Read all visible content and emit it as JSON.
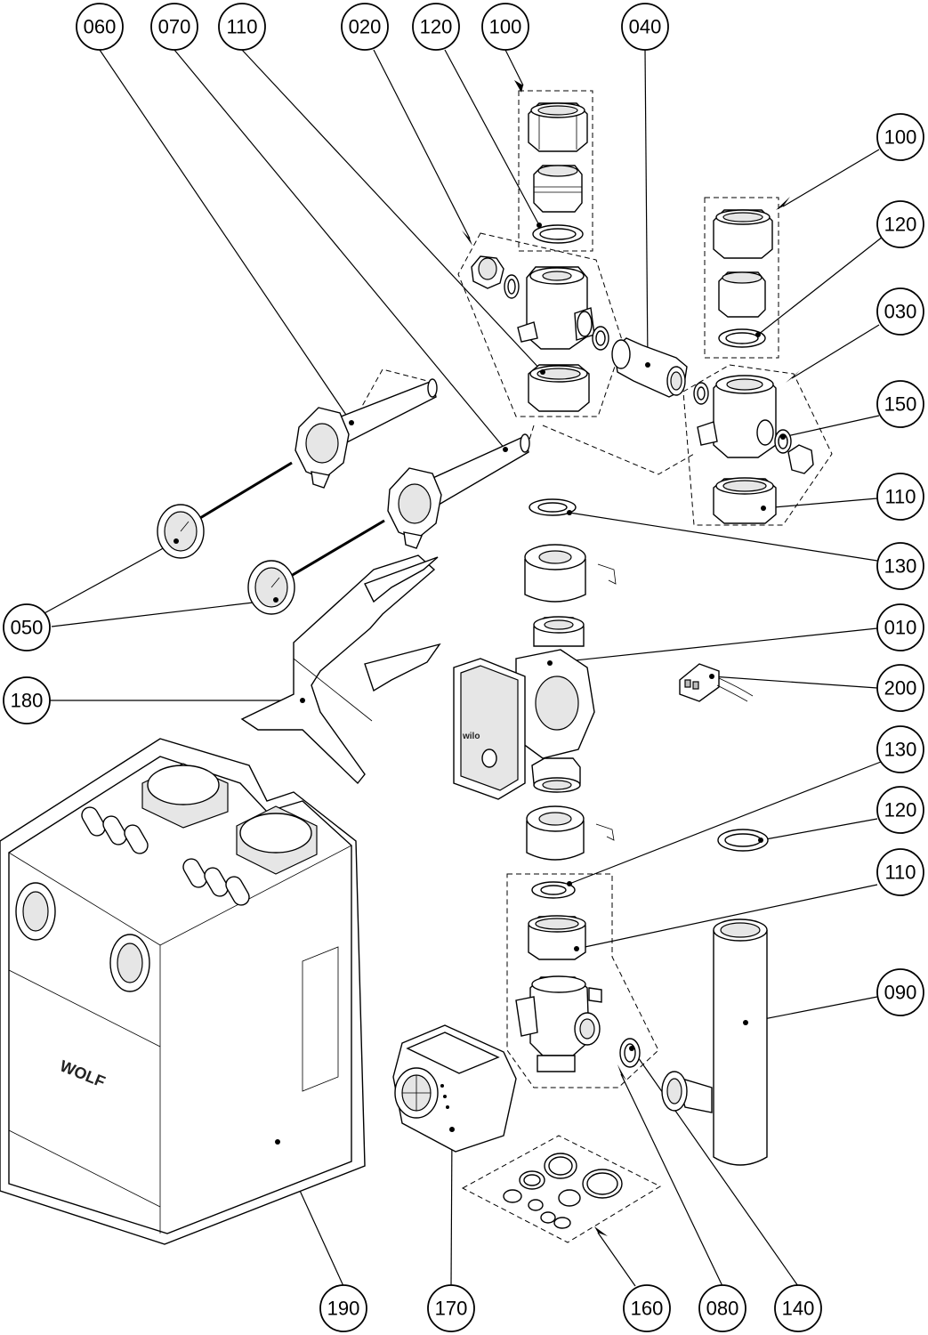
{
  "callouts": {
    "c060": "060",
    "c070": "070",
    "c110_top": "110",
    "c020": "020",
    "c120_top": "120",
    "c100_top": "100",
    "c040": "040",
    "c100_right": "100",
    "c120_right": "120",
    "c030": "030",
    "c150": "150",
    "c110_right": "110",
    "c130_top": "130",
    "c050": "050",
    "c010": "010",
    "c200": "200",
    "c180": "180",
    "c130_mid": "130",
    "c120_mid": "120",
    "c110_mid": "110",
    "c090": "090",
    "c190": "190",
    "c170": "170",
    "c160": "160",
    "c080": "080",
    "c140": "140"
  },
  "housing_brand": "WOLF",
  "pump_brand": "wilo",
  "colors": {
    "line": "#000000",
    "fill": "#ffffff",
    "shade": "#e6e6e6"
  }
}
